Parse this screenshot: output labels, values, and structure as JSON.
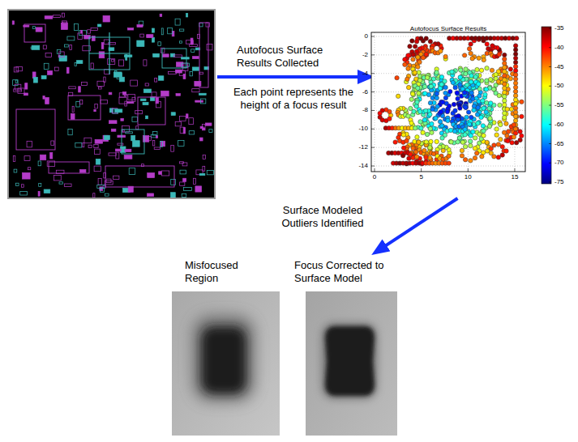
{
  "diagram": {
    "nodes": [
      {
        "text": [
          "Autofocus Surface Results"
        ]
      },
      {
        "text": [
          "Misfocused Region"
        ]
      },
      {
        "text": [
          "Focus Corrected to Surface Model"
        ]
      }
    ],
    "edges": [
      {
        "from": 0,
        "to": 2,
        "arrow": "to",
        "label": "Surface Modeled Outliers Identified"
      }
    ],
    "labels": [
      "Autofocus Surface Results Collected",
      "Each point represents the height of a focus result",
      "0",
      "-2",
      "-4",
      "-6",
      "-8",
      "-10",
      "-12",
      "-14",
      "0",
      "5",
      "10",
      "15",
      "-35",
      "-40",
      "-45",
      "-50",
      "-55",
      "-60",
      "-65",
      "-70",
      "-75"
    ]
  }
}
